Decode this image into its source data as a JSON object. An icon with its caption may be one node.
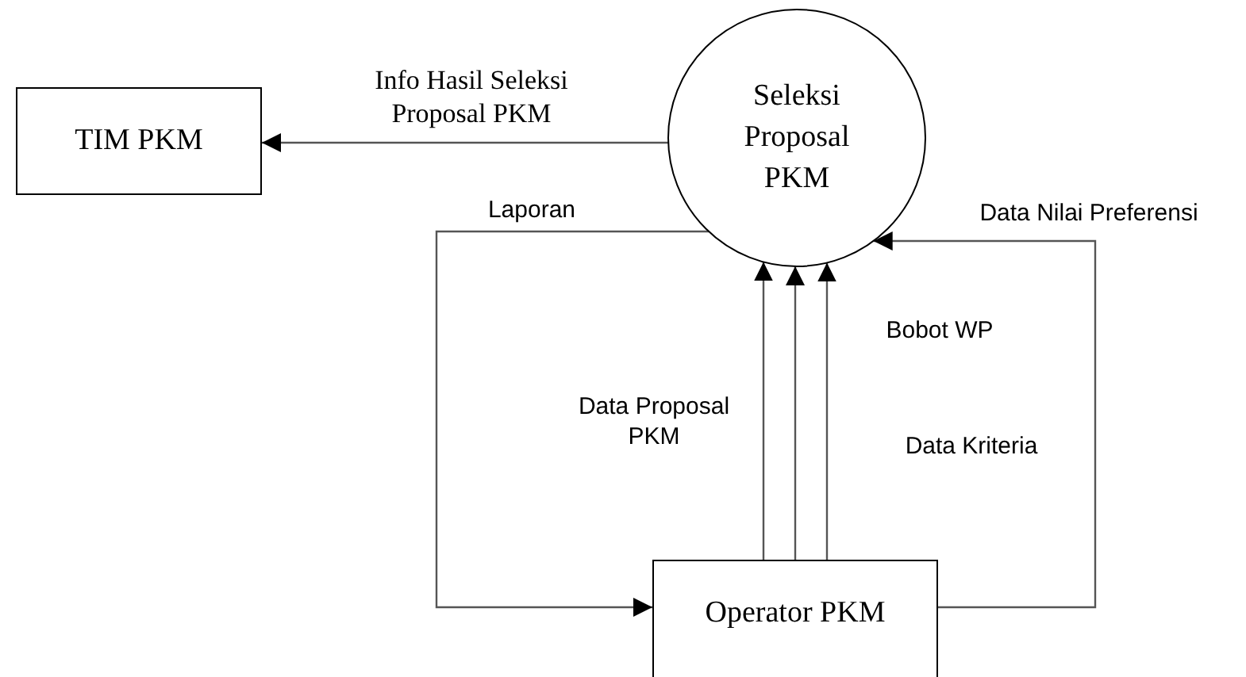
{
  "diagram": {
    "nodes": [
      {
        "text": [
          "TIM PKM"
        ]
      },
      {
        "text": [
          "Seleksi Proposal PKM"
        ]
      },
      {
        "text": [
          "Operator PKM"
        ]
      }
    ],
    "edges": [
      {
        "from": 1,
        "to": 0,
        "arrow": "to",
        "label": "Info Hasil Seleksi Proposal PKM"
      },
      {
        "from": 1,
        "to": 2,
        "arrow": "to",
        "label": "Laporan"
      },
      {
        "from": 2,
        "to": 1,
        "arrow": "to",
        "label": "Data Proposal PKM"
      },
      {
        "from": 2,
        "to": 1,
        "arrow": "to",
        "label": "Bobot WP"
      },
      {
        "from": 2,
        "to": 1,
        "arrow": "to",
        "label": "Data Kriteria"
      },
      {
        "from": 2,
        "to": 1,
        "arrow": "to",
        "label": "Data Nilai Preferensi"
      }
    ]
  }
}
